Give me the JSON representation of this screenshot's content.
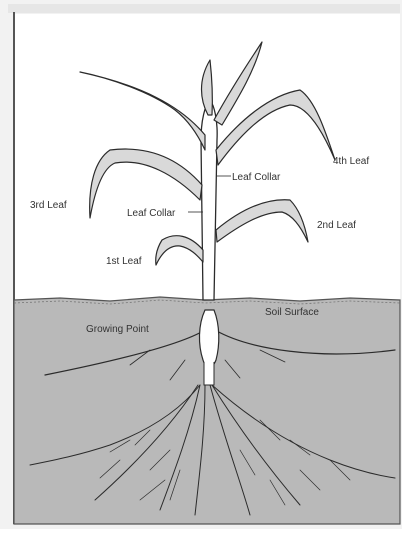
{
  "labels": {
    "leaf_collar_upper": "Leaf Collar",
    "fourth_leaf": "4th Leaf",
    "third_leaf": "3rd Leaf",
    "leaf_collar_lower": "Leaf Collar",
    "second_leaf": "2nd Leaf",
    "first_leaf": "1st Leaf",
    "soil_surface": "Soil Surface",
    "growing_point": "Growing Point"
  },
  "colors": {
    "soil": "#b9b9b9",
    "ink": "#2b2b2b",
    "plant": "#d9d9d9",
    "sky": "#ffffff"
  }
}
